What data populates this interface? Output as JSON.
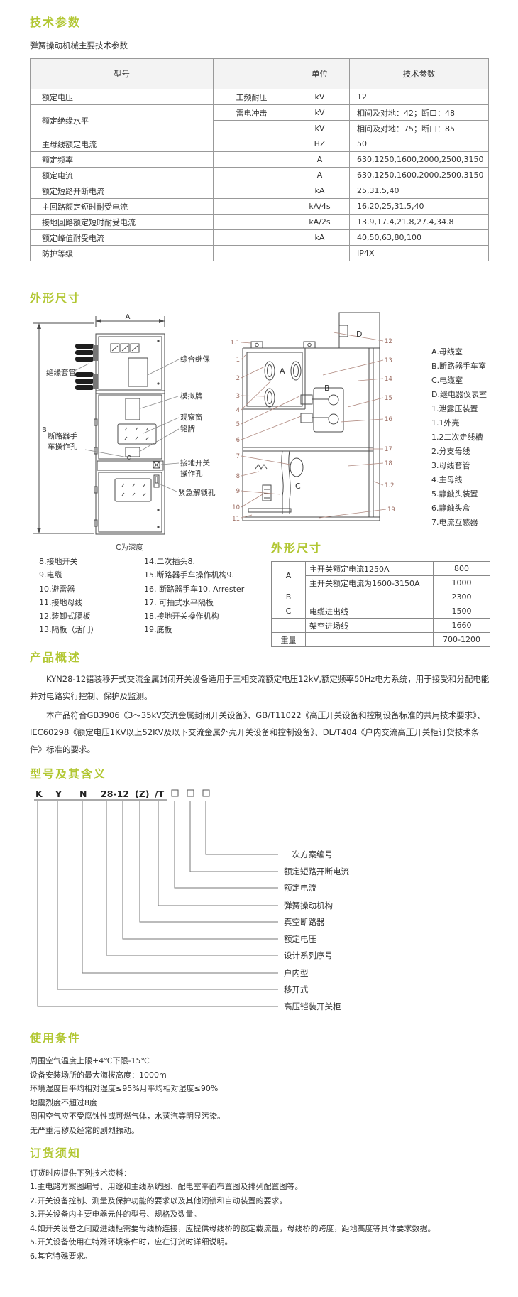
{
  "tech": {
    "heading": "技术参数",
    "subtitle": "弹簧操动机械主要技术参数",
    "table": {
      "col_model": "型号",
      "col_unit": "单位",
      "col_param": "技术参数",
      "rows": [
        {
          "name": "额定电压",
          "sub": "工频耐压",
          "unit": "kV",
          "value": "12"
        },
        {
          "name": "额定绝缘水平",
          "sub": "雷电冲击",
          "unit": "kV",
          "value": "相间及对地：42；断口：48"
        },
        {
          "name": "",
          "sub": "",
          "unit": "kV",
          "value": "相间及对地：75；断口：85"
        },
        {
          "name": "主母线额定电流",
          "sub": "",
          "unit": "HZ",
          "value": "50"
        },
        {
          "name": "额定频率",
          "sub": "",
          "unit": "A",
          "value": "630,1250,1600,2000,2500,3150"
        },
        {
          "name": "额定电流",
          "sub": "",
          "unit": "A",
          "value": "630,1250,1600,2000,2500,3150"
        },
        {
          "name": "额定短路开断电流",
          "sub": "",
          "unit": "kA",
          "value": "25,31.5,40"
        },
        {
          "name": "主回路额定短时耐受电流",
          "sub": "",
          "unit": "kA/4s",
          "value": "16,20,25,31.5,40"
        },
        {
          "name": "接地回路额定短时耐受电流",
          "sub": "",
          "unit": "kA/2s",
          "value": "13.9,17.4,21.8,27.4,34.8"
        },
        {
          "name": "额定峰值耐受电流",
          "sub": "",
          "unit": "kA",
          "value": "40,50,63,80,100"
        },
        {
          "name": "防护等级",
          "sub": "",
          "unit": "",
          "value": "IP4X"
        }
      ]
    }
  },
  "outline": {
    "heading": "外形尺寸",
    "front": {
      "dim_a": "A",
      "dim_b": "B",
      "depth_note": "C为深度",
      "labels": {
        "bushing": "绝缘套管",
        "relay": "综合继保",
        "mimic": "模拟牌",
        "window": "观察窗",
        "nameplate": "铭牌",
        "breaker_hole_1": "断路器手",
        "breaker_hole_2": "车操作孔",
        "earth_hole_1": "接地开关",
        "earth_hole_2": "操作孔",
        "unlock": "紧急解锁孔"
      }
    },
    "side": {
      "compartments": {
        "a": "A",
        "b": "B",
        "c": "C",
        "d": "D"
      },
      "left_callouts": [
        "1.1",
        "1",
        "2",
        "3",
        "4",
        "5",
        "6",
        "7",
        "8",
        "9",
        "10",
        "11"
      ],
      "right_callouts": [
        "12",
        "13",
        "14",
        "15",
        "16",
        "17",
        "18",
        "1.2",
        "19"
      ]
    },
    "legend": [
      "A.母线室",
      "B.断路器手车室",
      "C.电缆室",
      "D.继电器仪表室",
      "1.泄露压装置",
      "1.1外壳",
      "1.2二次走线槽",
      "2.分支母线",
      "3.母线套管",
      "4.主母线",
      "5.静触头装置",
      "6.静触头盒",
      "7.电流互感器"
    ],
    "parts_left": [
      "8.接地开关",
      "9.电缆",
      "10.避雷器",
      "11.接地母线",
      "12.装卸式隔板",
      "13.隔板（活门）"
    ],
    "parts_right": [
      "14.二次插头8.",
      "15.断路器手车操作机构9.",
      "16. 断路器手车10. Arrester",
      "17. 可抽式水平隔板",
      "18.接地开关操作机构",
      "19.底板"
    ]
  },
  "dims": {
    "heading": "外形尺寸",
    "rows": [
      {
        "dim": "A",
        "desc": "主开关额定电流1250A",
        "value": "800"
      },
      {
        "dim": "",
        "desc": "主开关额定电流为1600-3150A",
        "value": "1000"
      },
      {
        "dim": "B",
        "desc": "",
        "value": "2300"
      },
      {
        "dim": "C",
        "desc": "电缆进出线",
        "value": "1500"
      },
      {
        "dim": "",
        "desc": "架空进场线",
        "value": "1660"
      },
      {
        "dim": "重量",
        "desc": "",
        "value": "700-1200"
      }
    ]
  },
  "overview": {
    "heading": "产品概述",
    "p1": "KYN28-12错装移开式交流金属封闭开关设备适用于三相交流额定电压12kV,额定频率50Hz电力系统，用于接受和分配电能并对电路实行控制、保护及监测。",
    "p2": "本产品符合GB3906《3～35kV交流金属封闭开关设备》、GB/T11022《高压开关设备和控制设备标准的共用技术要求》、IEC60298《额定电压1KV以上52KV及以下交流金属外壳开关设备和控制设备》、DL/T404《户内交流高压开关柜订货技术条件》标准的要求。"
  },
  "model": {
    "heading": "型号及其含义",
    "code_k": "K",
    "code_y": "Y",
    "code_n": "N",
    "code_2812": "28-12",
    "code_z": "(Z)",
    "code_t": "/T",
    "labels": [
      "一次方案编号",
      "额定短路开断电流",
      "额定电流",
      "弹簧操动机构",
      "真空断路器",
      "额定电压",
      "设计系列序号",
      "户内型",
      "移开式",
      "高压铠装开关柜"
    ]
  },
  "usage": {
    "heading": "使用条件",
    "lines": [
      "周围空气温度上限+4℃下限-15℃",
      "设备安装场所的最大海拔高度：1000m",
      "环境湿度日平均相对湿度≤95%月平均相对湿度≤90%",
      "地震烈度不超过8度",
      "周围空气应不受腐蚀性或可燃气体，水蒸汽等明显污染。",
      "无严重污秽及经常的剧烈振动。"
    ]
  },
  "ordering": {
    "heading": "订货须知",
    "intro": "订货时应提供下列技术资料：",
    "items": [
      "1.主电路方案图编号、用途和主线系统图、配电室平面布置图及排列配置图等。",
      "2.开关设备控制、测量及保护功能的要求以及其他闭锁和自动装置的要求。",
      "3.开关设备内主要电器元件的型号、规格及数量。",
      "4.如开关设备之间或进线柜需要母线桥连接，应提供母线桥的额定载流量，母线桥的跨度，距地高度等具体要求数据。",
      "5.开关设备使用在特殊环境条件时，应在订货时详细说明。",
      "6.其它特殊要求。"
    ]
  },
  "colors": {
    "heading_green": "#b2c733",
    "callout_red": "#9a6a5f"
  }
}
